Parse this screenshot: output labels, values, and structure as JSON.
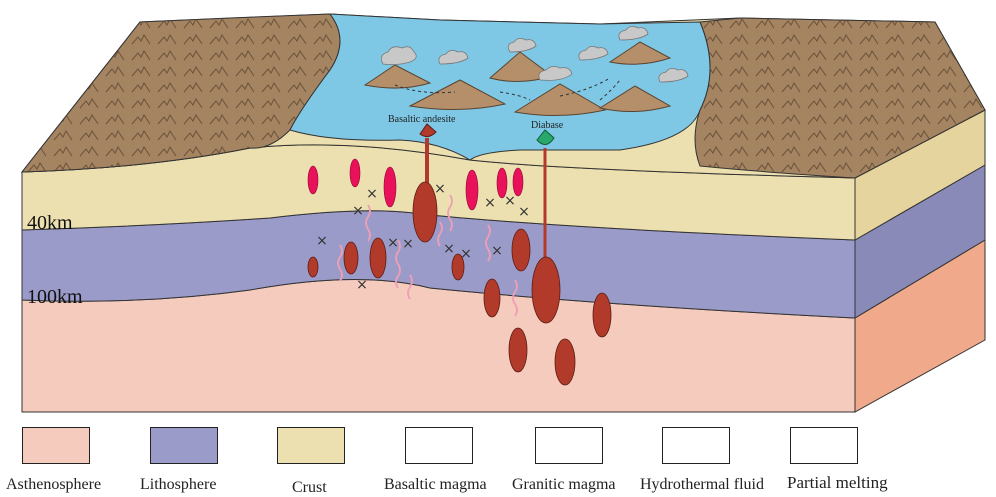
{
  "depth_labels": {
    "d40": "40km",
    "d100": "100km"
  },
  "volcano_labels": {
    "basaltic_andesite": "Basaltic andesite",
    "diabase": "Diabase"
  },
  "legend": [
    {
      "key": "asthenosphere",
      "label": "Asthenosphere",
      "color": "#f4cbbd"
    },
    {
      "key": "lithosphere",
      "label": "Lithosphere",
      "color": "#9b9bc9"
    },
    {
      "key": "crust",
      "label": "Crust",
      "color": "#ede0b0"
    },
    {
      "key": "basaltic_magma",
      "label": "Basaltic magma",
      "color": "#b23a2a"
    },
    {
      "key": "granitic_magma",
      "label": "Granitic magma",
      "color": "#e8115a"
    },
    {
      "key": "hydrothermal_fluid",
      "label": "Hydrothermal fluid",
      "color": "#ee9fb5"
    },
    {
      "key": "partial_melting",
      "label": "Partial melting",
      "color": "#333333"
    }
  ],
  "colors": {
    "asthenosphere_side": "#f0a98a",
    "lithosphere_side": "#8a8ab8",
    "crust_side": "#e6d49f",
    "water": "#7ec8e6",
    "mountain": "#a58462",
    "volcano": "#b48f6a",
    "cloud": "#c8c8c8"
  }
}
